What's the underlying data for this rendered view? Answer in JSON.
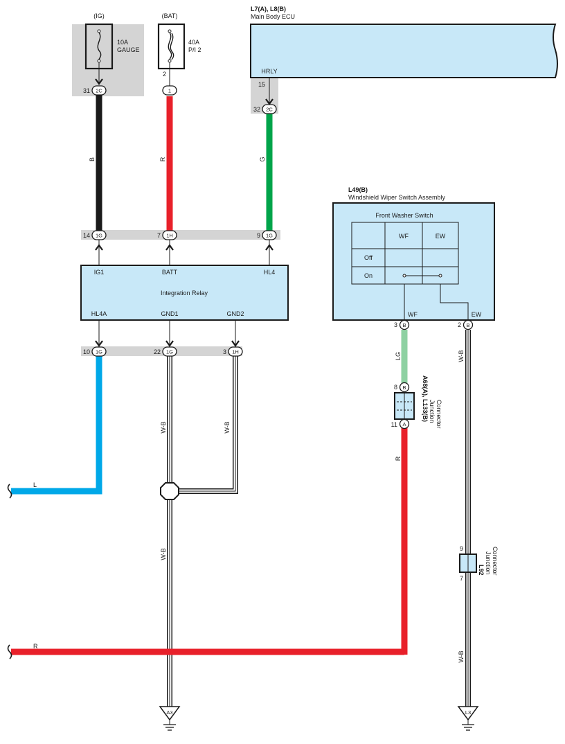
{
  "fuses": {
    "ig": {
      "source": "(IG)",
      "rating": "10A",
      "name": "GAUGE",
      "pin": "31",
      "connector": "2C"
    },
    "bat": {
      "source": "(BAT)",
      "rating": "40A",
      "name": "P/I 2",
      "pin_top": "2",
      "connector": "1"
    }
  },
  "ecu": {
    "ref": "L7(A), L8(B)",
    "name": "Main Body ECU",
    "terminal": "HRLY",
    "pin_top": "15",
    "pin": "32",
    "connector": "2C"
  },
  "relay": {
    "name": "Integration Relay",
    "top_terminals": [
      "IG1",
      "BATT",
      "HL4"
    ],
    "top_pins": [
      "14",
      "7",
      "9"
    ],
    "top_connectors": [
      "1G",
      "1H",
      "1G"
    ],
    "bottom_terminals": [
      "HL4A",
      "GND1",
      "GND2"
    ],
    "bottom_pins": [
      "10",
      "22",
      "3"
    ],
    "bottom_connectors": [
      "1G",
      "1G",
      "1H"
    ]
  },
  "wiper_switch": {
    "ref": "L49(B)",
    "name": "Windshield Wiper Switch Assembly",
    "table_title": "Front Washer Switch",
    "columns": [
      "WF",
      "EW"
    ],
    "rows": [
      "Off",
      "On"
    ],
    "terminals": [
      "WF",
      "EW"
    ],
    "pins": [
      "3",
      "2"
    ],
    "connectors": [
      "B",
      "B"
    ]
  },
  "junction_a68": {
    "ref": "A68(A), L133(B)",
    "label1": "Junction",
    "label2": "Connector",
    "pin_top": "8",
    "conn_top": "B",
    "pin_bottom": "11",
    "conn_bottom": "A"
  },
  "junction_l92": {
    "ref": "L92",
    "label1": "Junction",
    "label2": "Connector",
    "pin_top": "9",
    "pin_bottom": "7"
  },
  "wires": {
    "ig": "B",
    "bat": "R",
    "ecu": "G",
    "hl4a": "L",
    "gnd1_upper": "W-B",
    "gnd2": "W-B",
    "gnd_lower": "W-B",
    "wf": "LG",
    "wf_lower": "R",
    "bottom_r": "R",
    "ew_upper": "W-B",
    "ew_lower": "W-B"
  },
  "grounds": [
    "A3",
    "L3"
  ],
  "colors": {
    "black": "#1a1a1a",
    "red": "#e8202a",
    "green": "#00a44a",
    "blue": "#00a8e8",
    "lightgreen": "#8ed1a2",
    "box": "#c8e8f8",
    "gray": "#d4d4d4"
  }
}
